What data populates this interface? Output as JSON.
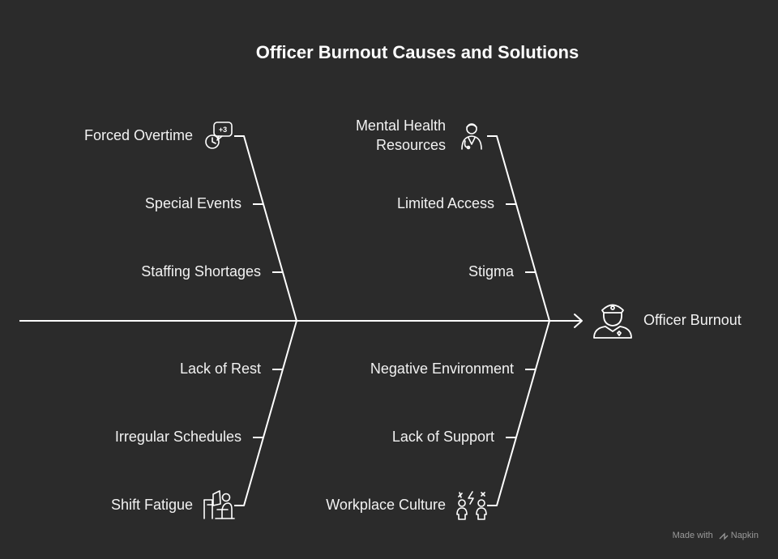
{
  "title": "Officer Burnout Causes and Solutions",
  "effect": {
    "label": "Officer Burnout",
    "icon": "police-officer-icon"
  },
  "branches": {
    "top_left": {
      "head": {
        "label": "Forced Overtime",
        "icon": "clock-plus-three-icon"
      },
      "items": [
        "Special Events",
        "Staffing Shortages"
      ]
    },
    "top_right": {
      "head": {
        "label": "Mental Health Resources",
        "line1": "Mental Health",
        "line2": "Resources",
        "icon": "doctor-icon"
      },
      "items": [
        "Limited Access",
        "Stigma"
      ]
    },
    "bottom_left": {
      "head": {
        "label": "Shift Fatigue",
        "icon": "tired-worker-desk-icon"
      },
      "items": [
        "Lack of Rest",
        "Irregular Schedules"
      ]
    },
    "bottom_right": {
      "head": {
        "label": "Workplace Culture",
        "icon": "conflict-people-icon"
      },
      "items": [
        "Negative Environment",
        "Lack of Support"
      ]
    }
  },
  "footer": {
    "text": "Made with",
    "brand": "Napkin",
    "icon": "napkin-logo-icon"
  },
  "colors": {
    "background": "#2b2b2b",
    "line": "#ffffff",
    "text": "#f2f2f2",
    "muted": "#9a9a9a"
  }
}
